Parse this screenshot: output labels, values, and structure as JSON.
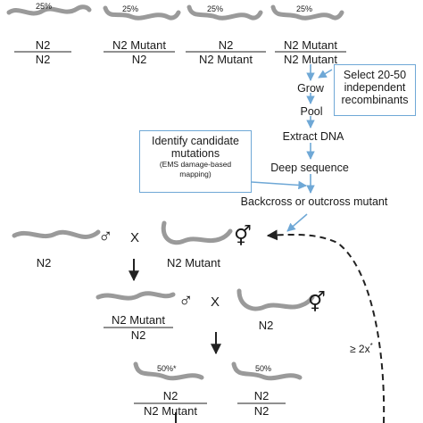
{
  "top_row": [
    {
      "percent": "25%",
      "top": "N2",
      "bottom": "N2"
    },
    {
      "percent": "25%",
      "top": "N2 Mutant",
      "bottom": "N2"
    },
    {
      "percent": "25%",
      "top": "N2",
      "bottom": "N2 Mutant"
    },
    {
      "percent": "25%",
      "top": "N2 Mutant",
      "bottom": "N2 Mutant"
    }
  ],
  "steps": {
    "grow": "Grow",
    "pool": "Pool",
    "extract": "Extract DNA",
    "deep": "Deep sequence",
    "backcross": "Backcross or outcross mutant"
  },
  "select_box": {
    "lines": [
      "Select 20-50",
      "independent",
      "recombinants"
    ]
  },
  "identify_box": {
    "lines": [
      "Identify candidate",
      "mutations"
    ],
    "sub": [
      "(EMS damage-based",
      "mapping)"
    ]
  },
  "cross1": {
    "left_label": "N2",
    "right_label": "N2 Mutant",
    "male": "♂",
    "cross": "X",
    "herm": "⚥"
  },
  "cross2": {
    "left_top": "N2 Mutant",
    "left_bottom": "N2",
    "male": "♂",
    "cross": "X",
    "right_label": "N2",
    "herm": "⚥"
  },
  "bottom_row": [
    {
      "percent": "50%*",
      "top": "N2",
      "bottom": "N2 Mutant"
    },
    {
      "percent": "50%",
      "top": "N2",
      "bottom": "N2"
    }
  ],
  "loop_label": "≥ 2x",
  "loop_mark": "*",
  "colors": {
    "arrow_blue": "#6fa8d6",
    "worm": "#9a9a9a"
  }
}
